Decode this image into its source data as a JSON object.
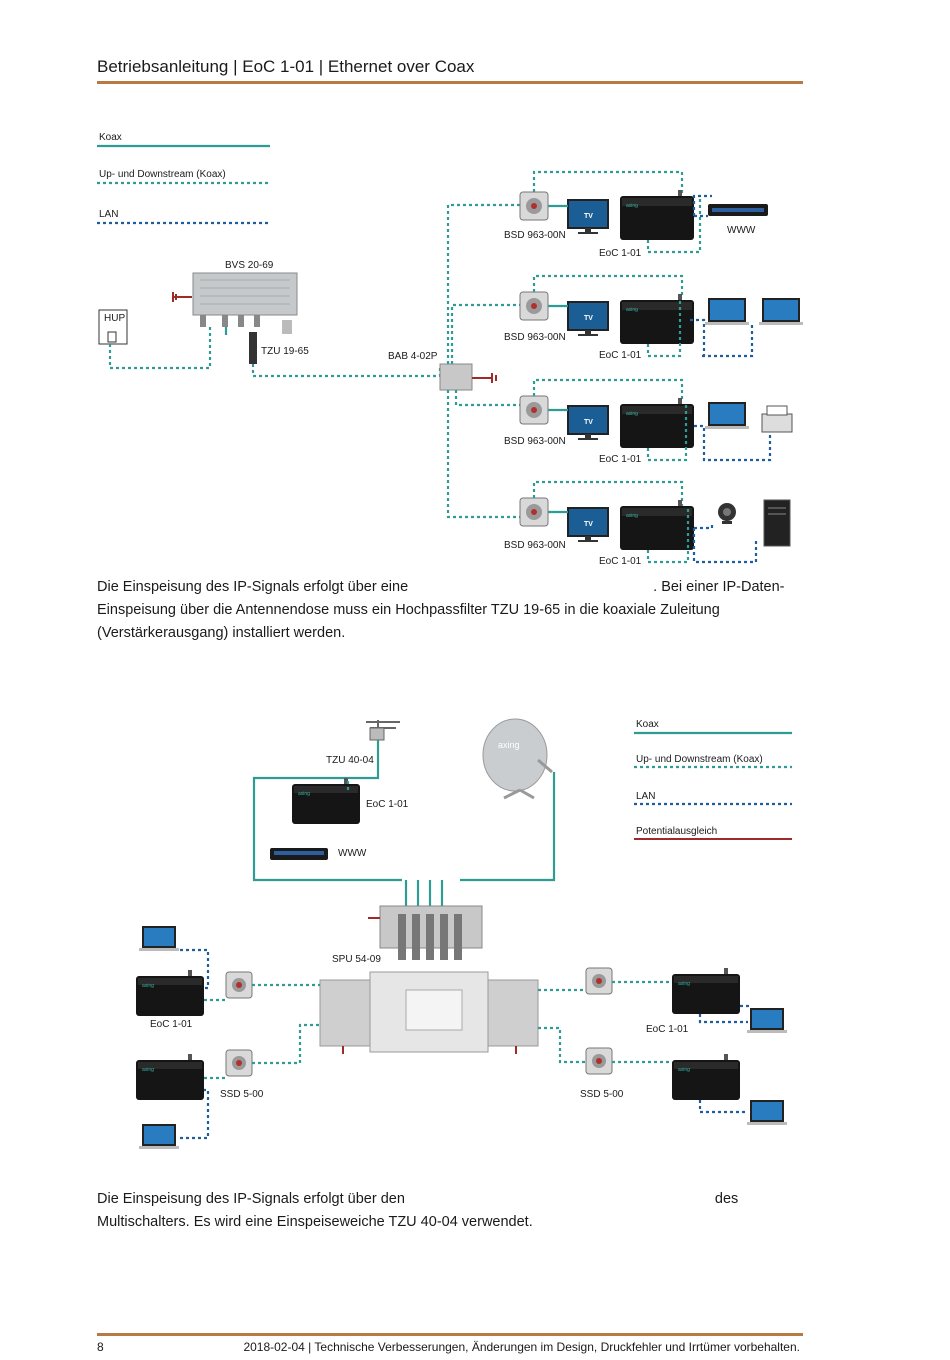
{
  "header": {
    "title": "Betriebsanleitung | EoC 1-01 | Ethernet over Coax"
  },
  "diagram1": {
    "legend": [
      "Koax",
      "Up- und Downstream (Koax)",
      "LAN"
    ],
    "bvs": "BVS 20-69",
    "hup": "HUP",
    "tzu": "TZU 19-65",
    "bab": "BAB 4-02P",
    "bsd": "BSD 963-00N",
    "eoc": "EoC 1-01",
    "tv": "TV",
    "www": "WWW"
  },
  "paragraph1": {
    "part1": "Die Einspeisung des IP-Signals erfolgt über eine",
    "part2": ". Bei einer IP-Daten-",
    "line2": "Einspeisung über die Antennendose muss ein Hochpassfilter TZU 19-65 in die koaxiale Zuleitung",
    "line3": "(Verstärkerausgang) installiert werden."
  },
  "diagram2": {
    "legend": [
      "Koax",
      "Up- und Downstream (Koax)",
      "LAN",
      "Potentialausgleich"
    ],
    "tzu": "TZU 40-04",
    "eoc": "EoC 1-01",
    "www": "WWW",
    "spu": "SPU 54-09",
    "ssd": "SSD 5-00",
    "dish_brand": "axing"
  },
  "paragraph2": {
    "part1": "Die Einspeisung des IP-Signals erfolgt über den",
    "part2": "des",
    "line2": "Multischalters. Es wird eine Einspeiseweiche TZU 40-04 verwendet."
  },
  "footer": {
    "page": "8",
    "note": "2018-02-04 | Technische Verbesserungen, Änderungen im Design, Druckfehler und Irrtümer vorbehalten."
  },
  "colors": {
    "accent": "#b87a45",
    "coax": "#2e9c95",
    "lan": "#1f5e9e",
    "potential": "#9e2a2a"
  }
}
